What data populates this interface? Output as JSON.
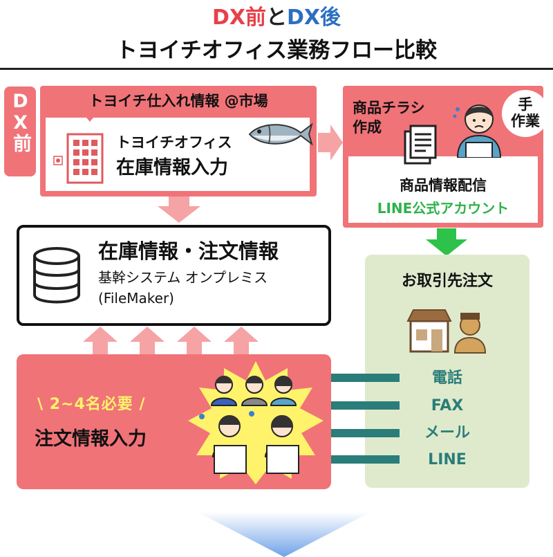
{
  "header": {
    "title_part1": "DX前",
    "title_part2": "と",
    "title_part3": "DX後",
    "title_line2": "トヨイチオフィス業務フロー比較"
  },
  "dx_before_label": "DX前",
  "stock_entry": {
    "heading": "トヨイチ仕入れ情報 @市場",
    "line1": "トヨイチオフィス",
    "line2": "在庫情報入力"
  },
  "flyer": {
    "heading_line1": "商品チラシ",
    "heading_line2": "作成",
    "manual_badge_line1": "手",
    "manual_badge_line2": "作業",
    "distribution": "商品情報配信",
    "line_account": "LINE公式アカウント"
  },
  "core_system": {
    "title": "在庫情報・注文情報",
    "subtitle": "基幹システム オンプレミス",
    "product": "(FileMaker)"
  },
  "customer_orders": {
    "heading": "お取引先注文",
    "channels": [
      "電話",
      "FAX",
      "メール",
      "LINE"
    ]
  },
  "order_entry": {
    "staff_needed": "2~4名必要",
    "title": "注文情報入力"
  },
  "colors": {
    "accent_red": "#e8404a",
    "accent_blue": "#2b6fc0",
    "box_pink": "#f07378",
    "line_green": "#2fb24a",
    "teal": "#2a7d78",
    "customer_bg": "#dfeacd"
  }
}
